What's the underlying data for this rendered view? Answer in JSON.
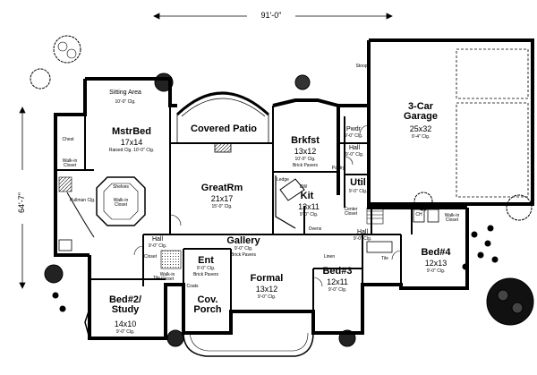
{
  "dimensions": {
    "overall_width": "91'-0\"",
    "overall_depth": "64'-7\""
  },
  "rooms": {
    "master_bed": {
      "name": "MstrBed",
      "size": "17x14",
      "ceiling": "Raised Clg. 10'-0\" Clg."
    },
    "sitting_area": {
      "name": "Sitting Area",
      "ceiling": "10'-0\" Clg."
    },
    "covered_patio": {
      "name": "Covered Patio"
    },
    "great_room": {
      "name": "GreatRm",
      "size": "21x17",
      "ceiling": "15'-0\" Clg."
    },
    "breakfast": {
      "name": "Brkfst",
      "size": "13x12",
      "ceiling": "10'-0\" Clg.",
      "note": "Brick Pavers"
    },
    "kitchen": {
      "name": "Kit",
      "size": "13x11",
      "ceiling": "9'-0\" Clg."
    },
    "garage": {
      "name": "3-Car Garage",
      "size": "25x32",
      "ceiling": "9'-4\" Clg."
    },
    "powder": {
      "name": "Pwdr",
      "ceiling": "9'-0\" Clg."
    },
    "hall_upper": {
      "name": "Hall",
      "ceiling": "9'-0\" Clg."
    },
    "utility": {
      "name": "Util",
      "ceiling": "9'-0\" Clg."
    },
    "bed3": {
      "name": "Bed#3",
      "size": "12x11",
      "ceiling": "9'-0\" Clg."
    },
    "bed4": {
      "name": "Bed#4",
      "size": "12x13",
      "ceiling": "9'-0\" Clg."
    },
    "formal": {
      "name": "Formal",
      "size": "13x12",
      "ceiling": "9'-0\" Clg."
    },
    "entry": {
      "name": "Ent",
      "ceiling": "9'-0\" Clg.",
      "note": "Brick Pavers"
    },
    "gallery": {
      "name": "Gallery",
      "ceiling": "9'-0\" Clg.",
      "note": "Brick Pavers"
    },
    "cov_porch": {
      "name": "Cov. Porch"
    },
    "bed2": {
      "name": "Bed#2/ Study",
      "size": "14x10",
      "ceiling": "9'-0\" Clg."
    },
    "hall_left": {
      "name": "Hall",
      "ceiling": "9'-0\" Clg."
    },
    "hall_right": {
      "name": "Hall",
      "ceiling": "9'-0\" Clg."
    }
  },
  "fixtures": {
    "walk_in": "Walk-in Closet",
    "shelves": "Shelves",
    "walk_in_2": "Walk-in Closet",
    "whirlpool": "Pullman Clg.",
    "stoop": "Stoop",
    "pantry": "Pantry",
    "ledge": "Ledge",
    "ovens": "Ovens",
    "linen": "Linen",
    "closet": "Closet",
    "coats": "Coats",
    "chest": "Chest",
    "wic_bed4": "Walk-in Closet",
    "wic_bed2": "Walk-in Closet",
    "center": "Center Closet",
    "tile1": "Tile",
    "tile2": "Tile",
    "ch": "CH",
    "dw": "DW"
  }
}
